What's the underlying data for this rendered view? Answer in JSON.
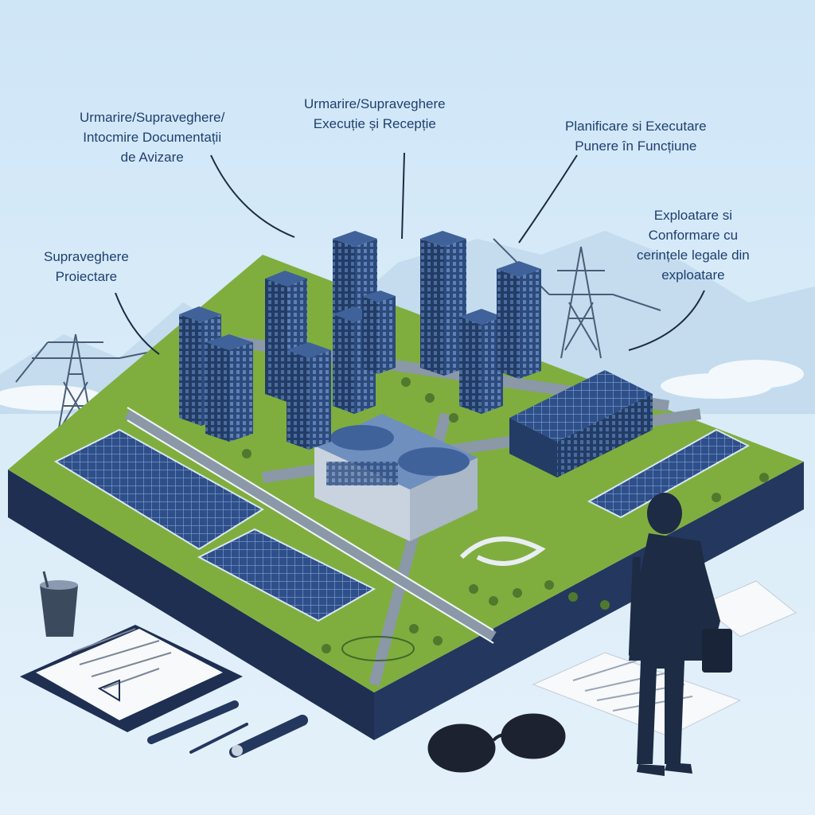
{
  "labels": {
    "design_supervision": {
      "lines": [
        "Supraveghere",
        "Proiectare"
      ]
    },
    "permitting_docs": {
      "lines": [
        "Urmarire/Supraveghere/",
        "Intocmire Documentații",
        "de Avizare"
      ]
    },
    "execution_reception": {
      "lines": [
        "Urmarire/Supraveghere",
        "Execuție și Recepție"
      ]
    },
    "commissioning": {
      "lines": [
        "Planificare si Executare",
        "Punere în Funcțiune"
      ]
    },
    "operation_compliance": {
      "lines": [
        "Exploatare si",
        "Conformare cu",
        "cerințele legale din",
        "exploatare"
      ]
    }
  },
  "colors": {
    "sky": "#d6eaf8",
    "grass": "#7fae3f",
    "building": "#2c4a7c",
    "road": "#8a98a8",
    "label_text": "#1f3f6e",
    "arrow": "#1d2b44"
  }
}
